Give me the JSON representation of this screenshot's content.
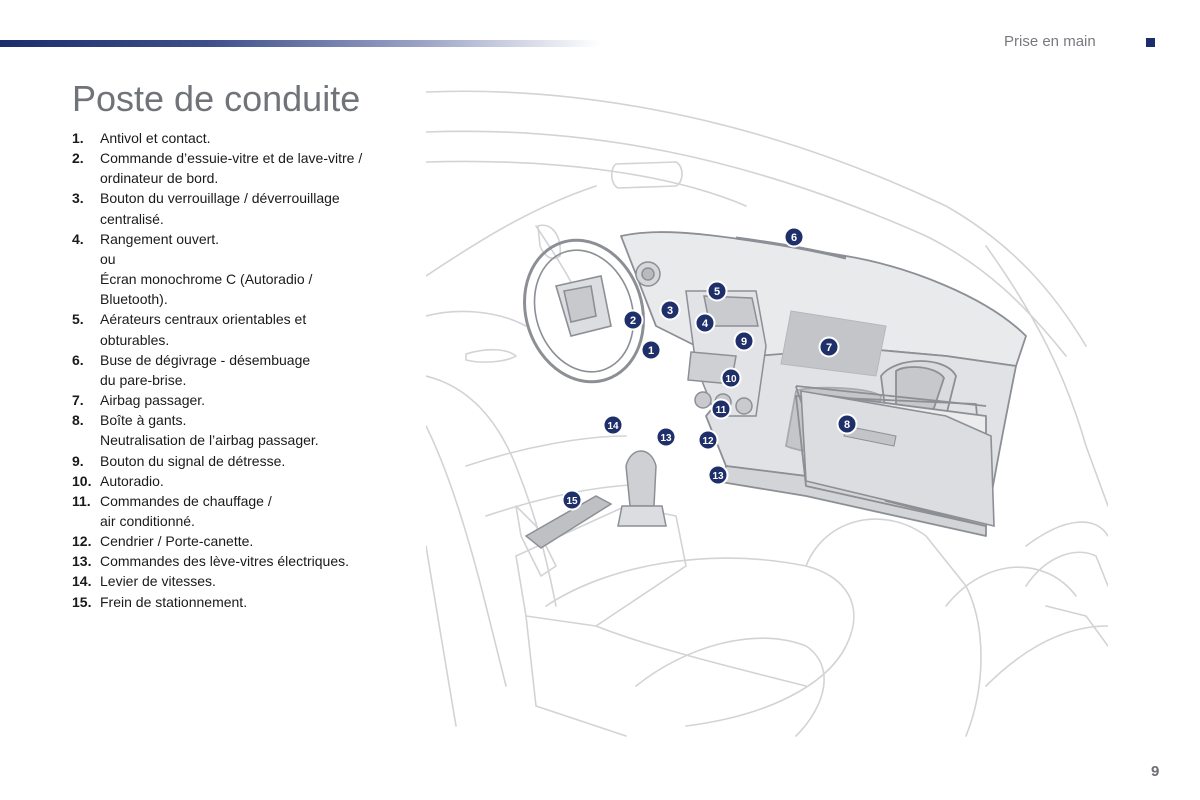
{
  "header": {
    "section": "Prise en main"
  },
  "page": {
    "title": "Poste de conduite",
    "number": "9"
  },
  "legend": [
    {
      "num": "1.",
      "lines": [
        "Antivol et contact."
      ]
    },
    {
      "num": "2.",
      "lines": [
        "Commande d’essuie-vitre et de lave-vitre /",
        "ordinateur de bord."
      ]
    },
    {
      "num": "3.",
      "lines": [
        "Bouton du verrouillage / déverrouillage",
        "centralisé."
      ]
    },
    {
      "num": "4.",
      "lines": [
        "Rangement ouvert.",
        "ou",
        "Écran monochrome C (Autoradio /",
        "Bluetooth)."
      ]
    },
    {
      "num": "5.",
      "lines": [
        "Aérateurs centraux orientables et",
        "obturables."
      ]
    },
    {
      "num": "6.",
      "lines": [
        "Buse de dégivrage - désembuage",
        "du pare-brise."
      ]
    },
    {
      "num": "7.",
      "lines": [
        "Airbag passager."
      ]
    },
    {
      "num": "8.",
      "lines": [
        "Boîte à gants.",
        "Neutralisation de l’airbag passager."
      ]
    },
    {
      "num": "9.",
      "lines": [
        "Bouton du signal de détresse."
      ]
    },
    {
      "num": "10.",
      "lines": [
        "Autoradio."
      ]
    },
    {
      "num": "11.",
      "lines": [
        "Commandes de chauffage /",
        "air conditionné."
      ]
    },
    {
      "num": "12.",
      "lines": [
        "Cendrier / Porte-canette."
      ]
    },
    {
      "num": "13.",
      "lines": [
        "Commandes des lève-vitres électriques."
      ]
    },
    {
      "num": "14.",
      "lines": [
        "Levier de vitesses."
      ]
    },
    {
      "num": "15.",
      "lines": [
        "Frein de stationnement."
      ]
    }
  ],
  "diagram": {
    "callouts": [
      "1",
      "2",
      "3",
      "4",
      "5",
      "6",
      "7",
      "8",
      "9",
      "10",
      "11",
      "12",
      "13",
      "13",
      "14",
      "15"
    ]
  }
}
